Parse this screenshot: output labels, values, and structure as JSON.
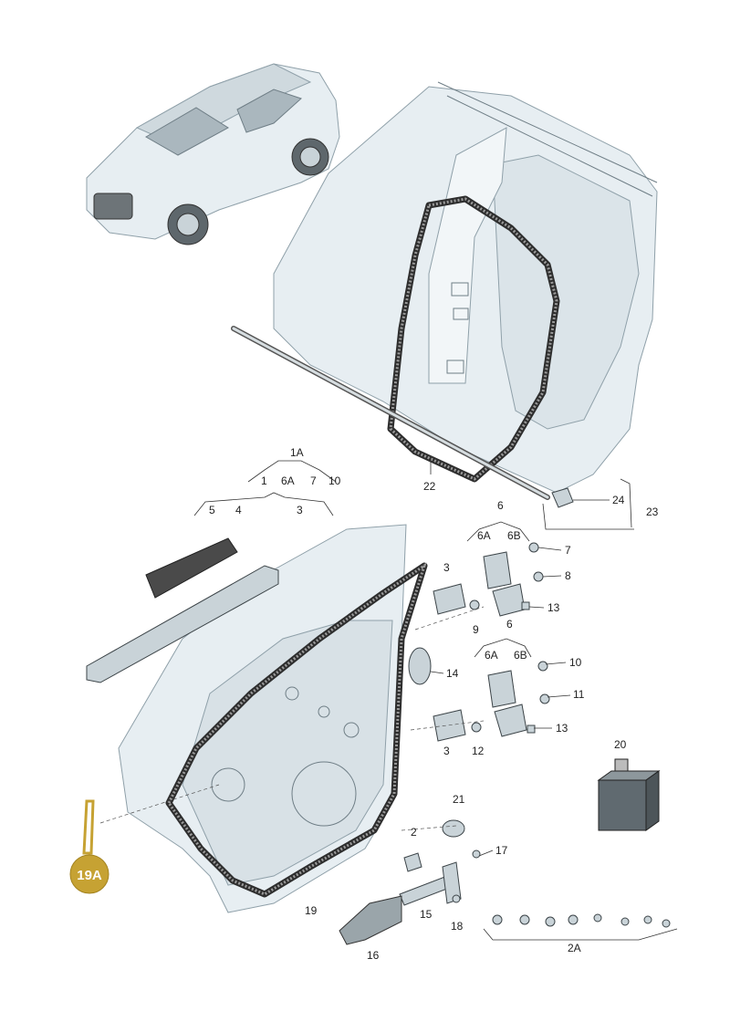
{
  "labels": {
    "l1A": "1A",
    "l1": "1",
    "l6A_a": "6A",
    "l7": "7",
    "l10_a": "10",
    "l5": "5",
    "l4": "4",
    "l3_top": "3",
    "l22": "22",
    "l24": "24",
    "l23": "23",
    "l6_top": "6",
    "l6A_b": "6A",
    "l6B_a": "6B",
    "l7r": "7",
    "l8": "8",
    "l3_hinge1": "3",
    "l9": "9",
    "l13_a": "13",
    "l6_mid": "6",
    "l6A_c": "6A",
    "l6B_b": "6B",
    "l10_b": "10",
    "l11": "11",
    "l14": "14",
    "l13_b": "13",
    "l3_hinge2": "3",
    "l12": "12",
    "l20": "20",
    "l21": "21",
    "l2": "2",
    "l17": "17",
    "l15": "15",
    "l18": "18",
    "l16": "16",
    "l19": "19",
    "l2A": "2A",
    "l19A": "19A"
  },
  "colors": {
    "badge": "#c6a233",
    "line_art": "#6f7e86",
    "body_fill": "#e7eef2"
  }
}
